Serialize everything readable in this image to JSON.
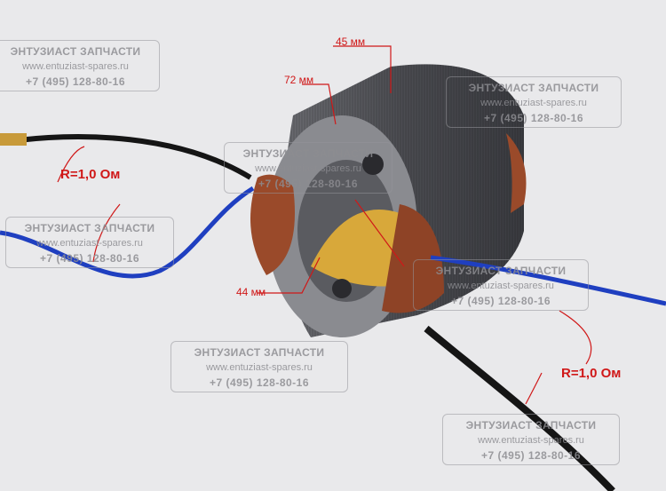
{
  "watermark": {
    "title": "ЭНТУЗИАСТ ЗАПЧАСТИ",
    "url": "www.entuziast-spares.ru",
    "phone": "+7 (495) 128-80-16"
  },
  "annotations": {
    "length": "45 мм",
    "diameter": "72 мм",
    "inner": "44 мм",
    "resistance_left": "R=1,0 Ом",
    "resistance_right": "R=1,0 Ом"
  },
  "colors": {
    "annotation": "#d01818",
    "background": "#e9e9eb",
    "stator": "#55565a",
    "copper": "#9a4a2a",
    "wire_blue": "#1f3fc0"
  }
}
